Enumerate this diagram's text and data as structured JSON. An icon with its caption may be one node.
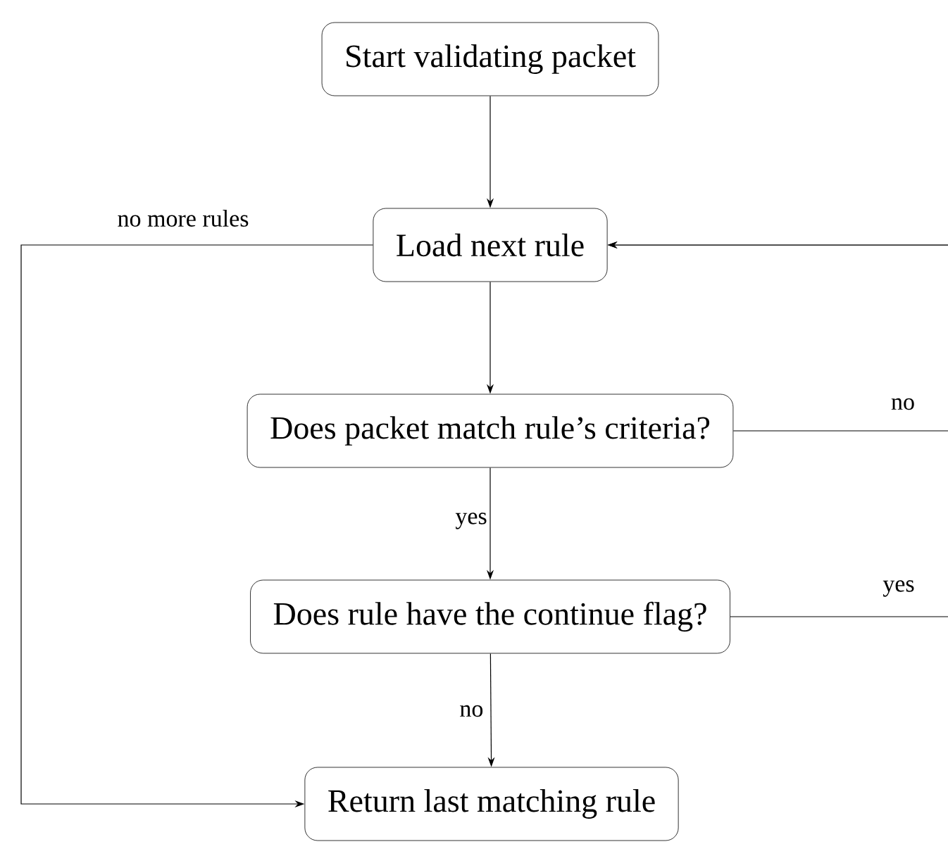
{
  "diagram": {
    "nodes": [
      {
        "text": [
          "Start validating packet"
        ]
      },
      {
        "text": [
          "Load next rule"
        ]
      },
      {
        "text": [
          "Does packet match rule’s criteria?"
        ]
      },
      {
        "text": [
          "Does rule have the continue flag?"
        ]
      },
      {
        "text": [
          "Return last matching rule"
        ]
      }
    ],
    "edges": [
      {
        "from": 0,
        "to": 1,
        "arrow": "to"
      },
      {
        "from": 1,
        "to": 2,
        "arrow": "to"
      },
      {
        "from": 2,
        "to": 3,
        "arrow": "to",
        "label": "yes"
      },
      {
        "from": 3,
        "to": 4,
        "arrow": "to",
        "label": "no"
      },
      {
        "from": 1,
        "to": 4,
        "arrow": "to",
        "label": "no more rules"
      },
      {
        "from": 2,
        "to": 1,
        "arrow": "to",
        "label": "no"
      },
      {
        "from": 3,
        "to": 1,
        "arrow": "to",
        "label": "yes"
      }
    ]
  }
}
